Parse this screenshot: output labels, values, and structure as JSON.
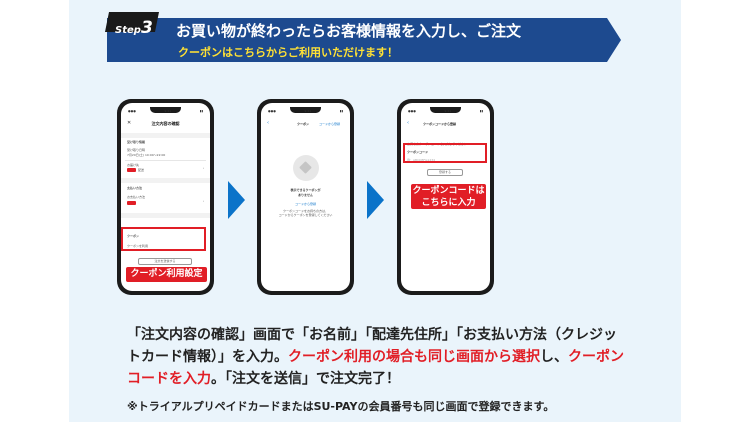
{
  "banner": {
    "step_word": "Step",
    "step_num": "3",
    "title": "お買い物が終わったらお客様情報を入力し、ご注文",
    "subtitle": "クーポンはこちらからご利用いただけます！",
    "color_bg": "#1d4a8f",
    "color_sub": "#ffe135"
  },
  "phone1": {
    "screen_title": "注文内容の確認",
    "section_receive": "受け取り情報",
    "receive_date": "受け取り日時",
    "receive_value": "7月20日(土) 10:00〜22:00",
    "receive_place": "お届け先",
    "receive_badge": "配送",
    "section_payment": "支払い方法",
    "payment_label": "お支払い方法",
    "coupon_label": "クーポン",
    "coupon_use": "クーポンを利用",
    "send_button": "注文を送信する",
    "callout": "クーポン利用設定"
  },
  "phone2": {
    "screen_title": "クーポン",
    "screen_link": "コードから登録",
    "empty_title": "表示できるクーポンが",
    "empty_title2": "ありません",
    "register_link": "コードから登録",
    "empty_note": "クーポンコードをお持ちの方は、",
    "empty_note2": "コードからクーポンを登録してください"
  },
  "phone3": {
    "screen_title": "クーポンコードから登録",
    "instruction": "お持ちのクーポンコードを入力してください",
    "field_label": "クーポンコード",
    "field_placeholder": "例：ABCDEFG1234",
    "register_button": "登録する",
    "callout_line1": "クーポンコードは",
    "callout_line2": "こちらに入力"
  },
  "description": {
    "part1": "「注文内容の確認」画面で「お名前」「配達先住所」「お支払い方法（クレジットカード情報）」を入力。",
    "part2_red": "クーポン利用の場合も同じ画面から選択",
    "part3": "し、",
    "part4_red": "クーポンコードを入力",
    "part5": "。「注文を送信」で注文完了！",
    "note": "※トライアルプリペイドカードまたはSU-PAYの会員番号も同じ画面で登録できます。"
  },
  "colors": {
    "accent_red": "#e11e26",
    "arrow_blue": "#0b73c9",
    "panel_bg": "#eaf4fb"
  }
}
